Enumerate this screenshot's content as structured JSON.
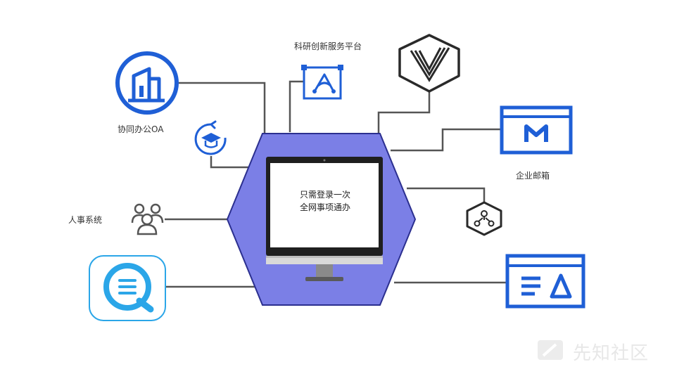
{
  "center": {
    "line1": "只需登录一次",
    "line2": "全网事项通办"
  },
  "labels": {
    "oa": "协同办公OA",
    "research": "科研创新服务平台",
    "mail": "企业邮箱",
    "hr": "人事系统"
  },
  "watermark": "先知社区",
  "colors": {
    "hexagon": "#7b7fe6",
    "hexagon_border": "#2b2f8f",
    "primary_blue": "#1f5fd6",
    "light_blue": "#2ba6e8",
    "connector": "#555555",
    "dark_icon": "#2a2a2a"
  },
  "icons": {
    "oa": "building-icon",
    "education": "graduation-cap-icon",
    "research": "research-platform-icon",
    "v_logo": "v-logo-icon",
    "mail": "mail-icon",
    "people": "people-icon",
    "network": "network-icon",
    "chat": "chat-icon",
    "form": "form-icon"
  }
}
